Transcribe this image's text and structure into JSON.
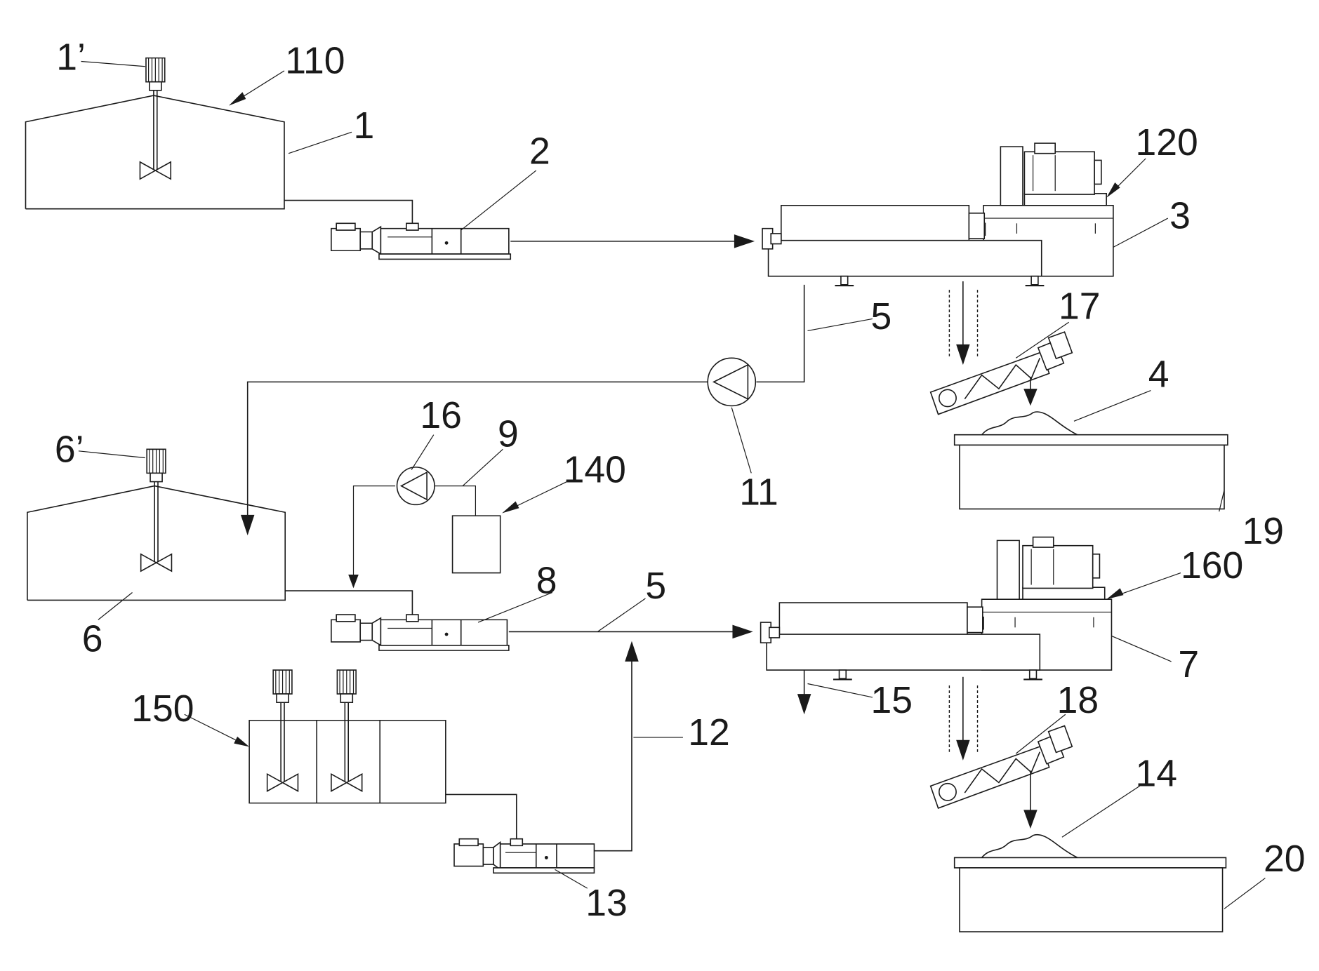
{
  "figure": {
    "labels": {
      "n1p": "1’",
      "n110": "110",
      "n1": "1",
      "n2": "2",
      "n120": "120",
      "n3": "3",
      "n5a": "5",
      "n17": "17",
      "n4": "4",
      "n11": "11",
      "n16": "16",
      "n9": "9",
      "n140": "140",
      "n6p": "6’",
      "n6": "6",
      "n8": "8",
      "n5b": "5",
      "n160": "160",
      "n7": "7",
      "n19": "19",
      "n15": "15",
      "n18": "18",
      "n150": "150",
      "n12": "12",
      "n13": "13",
      "n14": "14",
      "n20": "20"
    }
  }
}
